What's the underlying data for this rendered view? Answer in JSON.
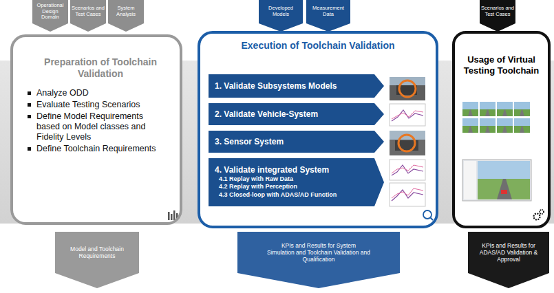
{
  "diagram": {
    "nodes": [
      {
        "text": [
          "Operational Design Domain"
        ]
      },
      {
        "text": [
          "Scenarios and Test Cases"
        ]
      },
      {
        "text": [
          "System Analysis"
        ]
      },
      {
        "text": [
          "Developed Models"
        ]
      },
      {
        "text": [
          "Measurement Data"
        ]
      },
      {
        "text": [
          "Scenarios and Test Cases"
        ]
      },
      {
        "text": [
          "Preparation of Toolchain Validation",
          "Analyze ODD",
          "Evaluate Testing Scenarios",
          "Define Model Requirements based on Model classes and Fidelity Levels",
          "Define Toolchain Requirements"
        ]
      },
      {
        "text": [
          "Execution of Toolchain Validation"
        ]
      },
      {
        "text": [
          "1. Validate Subsystems Models"
        ],
        "in": 7
      },
      {
        "text": [
          "2. Validate Vehicle-System"
        ],
        "in": 7
      },
      {
        "text": [
          "3. Sensor System"
        ],
        "in": 7
      },
      {
        "text": [
          "4. Validate integrated System",
          "4.1 Replay with Raw Data",
          "4.2 Replay with Perception",
          "4.3 Closed-loop with ADAS/AD Function"
        ],
        "in": 7
      },
      {
        "text": [
          "Usage of Virtual Testing Toolchain"
        ]
      },
      {
        "text": [
          "Model and Toolchain Requirements"
        ]
      },
      {
        "text": [
          "KPIs and Results for System Simulation and Toolchain Validation and Qualification"
        ]
      },
      {
        "text": [
          "KPIs and Results for ADAS/AD Validation & Approval"
        ]
      }
    ]
  }
}
